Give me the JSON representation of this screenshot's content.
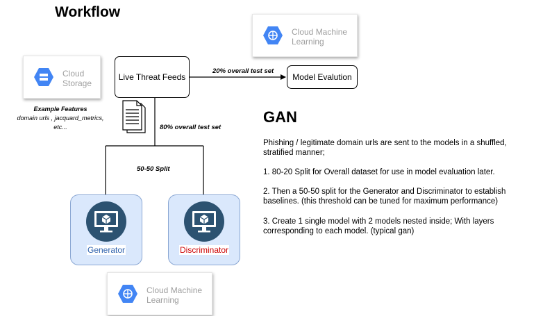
{
  "title": "Workflow",
  "cards": {
    "cml_top": "Cloud Machine\nLearning",
    "storage": "Cloud\nStorage",
    "cml_bottom": "Cloud Machine\nLearning"
  },
  "nodes": {
    "threat_feeds": "Live Threat Feeds",
    "model_eval": "Model Evalution",
    "generator": "Generator",
    "discriminator": "Discriminator"
  },
  "edges": {
    "test_20": "20% overall test set",
    "test_80": "80% overall test set",
    "split_50": "50-50 Split"
  },
  "features": {
    "title": "Example Features",
    "line1": "domain urls , jacquard_metrics,",
    "line2": "etc..."
  },
  "gan": {
    "heading": "GAN",
    "p1": "Phishing / legitimate domain urls are sent to the models in a shuffled, stratified manner;",
    "p2": "1. 80-20 Split for Overall dataset for use in model evaluation later.",
    "p3": "2. Then a 50-50 split for the Generator and Discriminator to establish baselines. (this threshold can be tuned for maximum performance)",
    "p4": "3. Create 1 single model with 2 models nested inside; With layers corresponding to each model. (typical gan)"
  },
  "colors": {
    "gcp_blue": "#4285f4",
    "model_fill": "#dae8fc",
    "monitor_dark": "#2c5271",
    "generator_text": "#3063ad",
    "discriminator_text": "#cc0000",
    "card_text": "#9e9e9e"
  },
  "icons": {
    "cml": "hexagon-brain-icon",
    "storage": "hexagon-storage-icon",
    "document": "document-stack-icon",
    "model": "monitor-cube-icon"
  }
}
